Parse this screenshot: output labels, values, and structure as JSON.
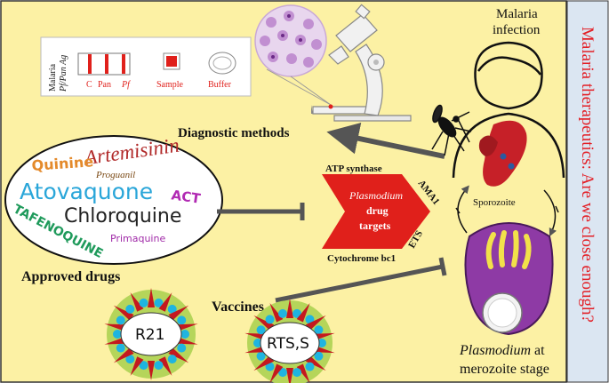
{
  "side_title": "Malaria therapeutics: Are we close enough?",
  "rdt": {
    "vertical_label_1": "Malaria",
    "vertical_label_2": "Pf/Pan Ag",
    "c": "C",
    "pan": "Pan",
    "pf": "Pf",
    "sample": "Sample",
    "buffer": "Buffer"
  },
  "diagnostic_methods": "Diagnostic methods",
  "malaria_infection_1": "Malaria",
  "malaria_infection_2": "infection",
  "drugs": {
    "artemisinin": "Artemisinin",
    "quinine": "Quinine",
    "proguanil": "Proguanil",
    "atovaquone": "Atovaquone",
    "act": "ACT",
    "chloroquine": "Chloroquine",
    "tafenoquine": "TAFENOQUINE",
    "primaquine": "Primaquine"
  },
  "approved_drugs": "Approved drugs",
  "targets": {
    "atp_synthase": "ATP synthase",
    "ama1": "AMA1",
    "ets": "ETS",
    "cytochrome": "Cytochrome bc1",
    "center_1": "Plasmodium",
    "center_2": "drug",
    "center_3": "targets"
  },
  "sporozoite": "Sporozoite",
  "vaccines": "Vaccines",
  "r21": "R21",
  "rtss": "RTS,S",
  "plasmodium_label_1": "Plasmodium",
  "plasmodium_label_2": " at",
  "plasmodium_label_3": "merozoite stage",
  "colors": {
    "background": "#fcf1a4",
    "side_panel": "#dbe6f2",
    "side_text": "#e31f26",
    "arrow": "#555555",
    "red": "#e0201b",
    "purple": "#8e3aa5"
  }
}
